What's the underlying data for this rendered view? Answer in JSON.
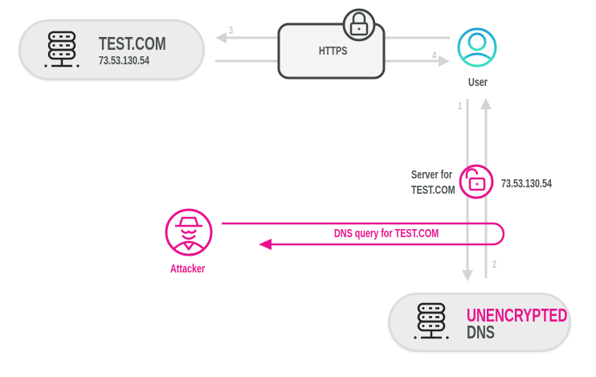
{
  "colors": {
    "accent": "#e8138d",
    "text_dark": "#4a5250",
    "arrow_gray": "#d4d4d4",
    "user_gradient_top": "#1fa3d9",
    "user_gradient_bottom": "#3ee0c0",
    "pill_bg": "#ececec"
  },
  "test_server": {
    "title": "TEST.COM",
    "ip": "73.53.130.54",
    "icon": "server-icon"
  },
  "https": {
    "label": "HTTPS",
    "icon": "lock-closed-icon"
  },
  "user": {
    "label": "User",
    "icon": "user-icon"
  },
  "steps": {
    "one": "1",
    "two": "2",
    "three": "3",
    "four": "4"
  },
  "spoof": {
    "label_line1": "Server for",
    "label_line2": "TEST.COM",
    "ip": "73.53.130.54",
    "icon": "lock-open-icon"
  },
  "attacker": {
    "label": "Attacker",
    "icon": "spy-icon"
  },
  "dns_query": {
    "label": "DNS query for TEST.COM"
  },
  "dns_server": {
    "title_line1": "UNENCRYPTED",
    "title_line2": "DNS",
    "icon": "server-icon"
  }
}
